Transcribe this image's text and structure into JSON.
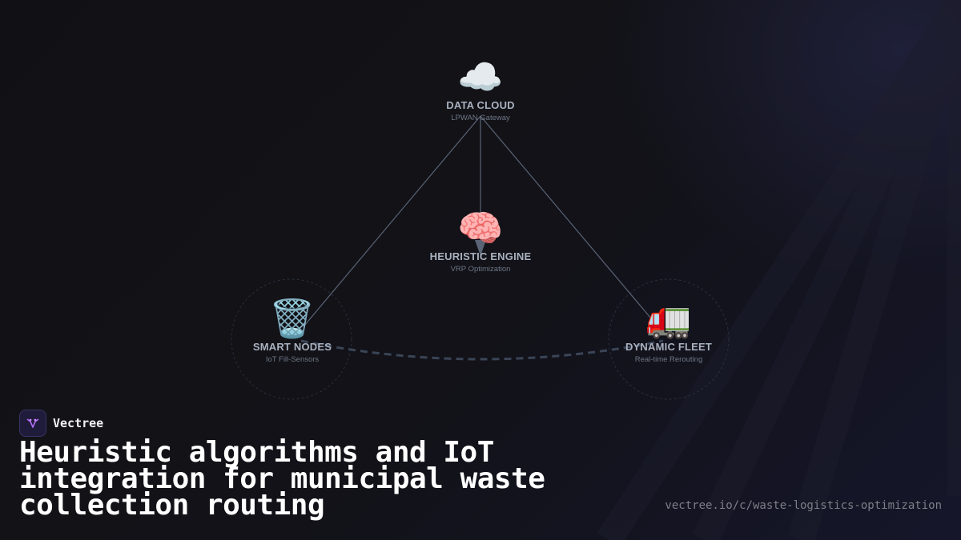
{
  "diagram": {
    "nodes": {
      "cloud": {
        "icon": "☁️",
        "icon_name": "cloud-icon",
        "label": "DATA CLOUD",
        "sub": "LPWAN Gateway"
      },
      "engine": {
        "icon": "🧠",
        "icon_name": "brain-icon",
        "label": "HEURISTIC ENGINE",
        "sub": "VRP Optimization"
      },
      "nodes": {
        "icon": "🗑️",
        "icon_name": "wastebasket-icon",
        "label": "SMART NODES",
        "sub": "IoT Fill-Sensors"
      },
      "fleet": {
        "icon": "🚛",
        "icon_name": "truck-icon",
        "label": "DYNAMIC FLEET",
        "sub": "Real-time Rerouting"
      }
    },
    "colors": {
      "line": "#5a6476",
      "dashed_route": "#3a4557",
      "label": "#a9b1bf",
      "sub": "#6f7785"
    }
  },
  "brand": {
    "name": "Vectree",
    "logo_icon": "vectree-logo-icon"
  },
  "headline": "Heuristic algorithms and IoT integration for municipal waste collection routing",
  "url": "vectree.io/c/waste-logistics-optimization"
}
